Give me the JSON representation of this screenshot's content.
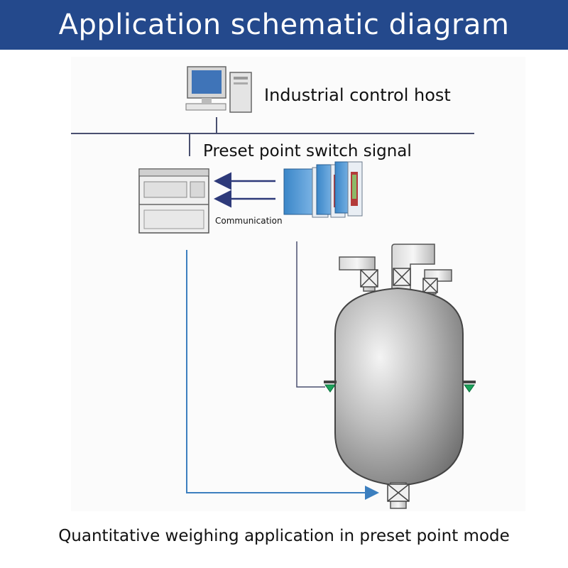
{
  "header": {
    "title": "Application schematic diagram",
    "background_color": "#24498c"
  },
  "labels": {
    "host": "Industrial control host",
    "preset_signal": "Preset point switch signal",
    "communication": "Communication"
  },
  "caption": "Quantitative weighing application in preset point mode",
  "colors": {
    "bus_line": "#4a5070",
    "signal_arrow": "#2e3a7a",
    "feed_line": "#3c7fbf",
    "tank_body": "#9a9a9a",
    "load_cell": "#1aa35a"
  },
  "icons": [
    "computer-icon",
    "plc-icon",
    "transmitter-modules-icon",
    "tank-icon",
    "load-cell-icon"
  ]
}
